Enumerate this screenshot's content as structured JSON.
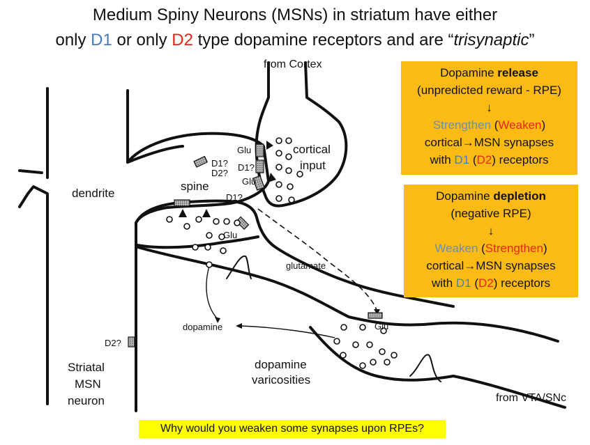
{
  "title": {
    "line1": "Medium Spiny Neurons (MSNs) in striatum have either",
    "line2_a": "only ",
    "line2_d1": "D1",
    "line2_b": " or only ",
    "line2_d2": "D2",
    "line2_c": " type dopamine receptors and are “",
    "line2_italic": "trisynaptic",
    "line2_end": "”"
  },
  "release_box": {
    "line1_a": "Dopamine ",
    "line1_bold": "release",
    "line2": "(unpredicted reward - RPE)",
    "arrow": "↓",
    "line4_strengthen": "Strengthen",
    "line4_open": " (",
    "line4_weaken": "Weaken",
    "line4_close": ")",
    "line5": "cortical→MSN synapses",
    "line6_a": "with ",
    "line6_d1": "D1",
    "line6_b": " (",
    "line6_d2": "D2",
    "line6_c": ") receptors"
  },
  "depletion_box": {
    "line1_a": "Dopamine ",
    "line1_bold": "depletion",
    "line2": "(negative RPE)",
    "arrow": "↓",
    "line4_weaken": "Weaken",
    "line4_open": " (",
    "line4_strengthen": "Strengthen",
    "line4_close": ")",
    "line5": "cortical→MSN synapses",
    "line6_a": "with ",
    "line6_d1": "D1",
    "line6_b": " (",
    "line6_d2": "D2",
    "line6_c": ") receptors"
  },
  "diagram": {
    "from_cortex": "from Cortex",
    "cortical_input_1": "cortical",
    "cortical_input_2": "input",
    "dendrite": "dendrite",
    "spine": "spine",
    "glu": "Glu",
    "d1q": "D1?",
    "d2q": "D2?",
    "glutamate": "glutamate",
    "dopamine": "dopamine",
    "dopamine_varicosities_1": "dopamine",
    "dopamine_varicosities_2": "varicosities",
    "msn_1": "Striatal",
    "msn_2": "MSN",
    "msn_3": "neuron",
    "from_vta": "from VTA/SNc"
  },
  "question": "Why would you weaken some synapses upon RPEs?",
  "colors": {
    "d1_blue": "#4a7bbd",
    "d2_red": "#e8261b",
    "box_fill": "#fbbb14",
    "question_highlight": "#ffff00"
  }
}
